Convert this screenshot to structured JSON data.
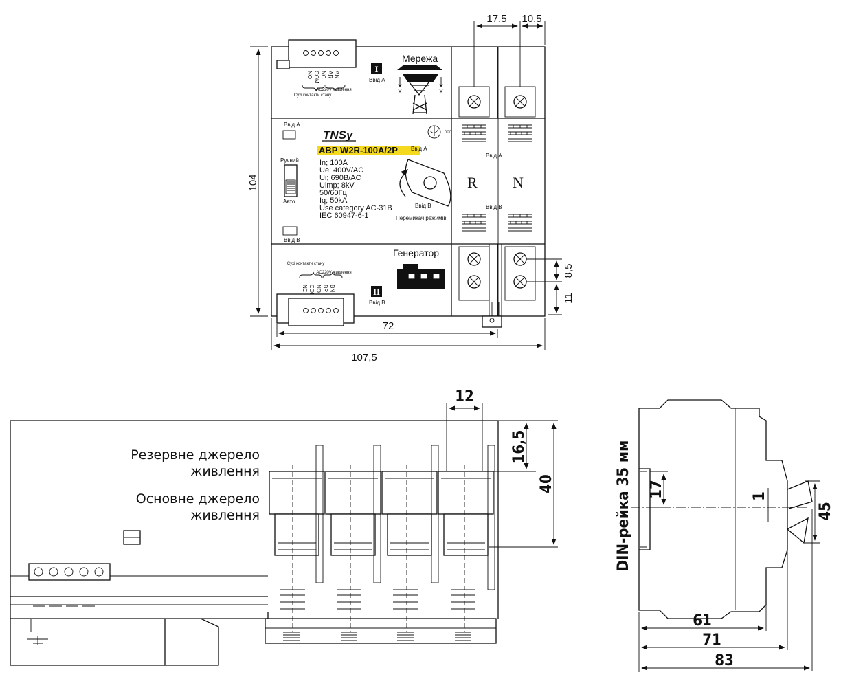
{
  "top_view": {
    "dims": {
      "height": "104",
      "width_inner": "72",
      "width_total": "107,5",
      "term_a": "17,5",
      "term_b": "10,5",
      "term_pitch": "8,5",
      "term_bottom": "11"
    },
    "section_i": {
      "roman": "I",
      "input_label": "Ввід А",
      "grid_label": "Мережа",
      "pins": [
        "NO",
        "COM",
        "NC",
        "AR",
        "AN"
      ],
      "dry_contacts": "Сухі контакти стану",
      "power": "AC220V живлення"
    },
    "section_ii": {
      "roman": "II",
      "input_label": "Ввід В",
      "generator_label": "Генератор",
      "pins": [
        "NC",
        "COM",
        "NO",
        "BR",
        "BN"
      ],
      "dry_contacts": "Сухі контакти стану",
      "power": "AC220V живлення"
    },
    "panel": {
      "brand": "TNSy",
      "model": "АВР W2R-100A/2P",
      "specs": [
        "In; 100A",
        "Ue; 400V/AC",
        "Ui; 690B/AC",
        "Uimp; 8kV",
        "50/60Гц",
        "Iq;  50kA",
        "Use category  AC-31B",
        "IEC 60947-6-1"
      ],
      "input_a": "Ввід А",
      "input_b": "Ввід В",
      "manual": "Ручний",
      "auto": "Авто",
      "switch_a": "Ввід А",
      "switch_b": "Ввід В",
      "switch_label": "Перемикач режимів",
      "cert": "000",
      "phase_r": "R",
      "phase_n": "N",
      "terminal_a": "Ввід А",
      "terminal_b": "Ввід В"
    }
  },
  "front_view": {
    "dim_pitch": "12",
    "dim_offset": "16,5",
    "dim_depth": "40",
    "label_backup": [
      "Резервне джерело",
      "живлення"
    ],
    "label_main": [
      "Основне джерело",
      "живлення"
    ]
  },
  "side_view": {
    "din_label": "DIN-рейка 35 мм",
    "dims": [
      "17",
      "1",
      "45",
      "61",
      "71",
      "83"
    ]
  }
}
